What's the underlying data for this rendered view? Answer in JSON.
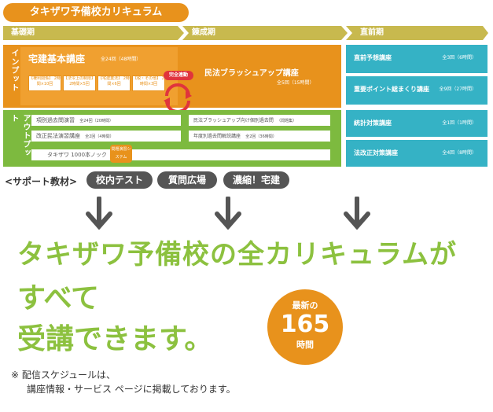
{
  "title": "タキザワ予備校カリキュラム",
  "phases": {
    "kiso": "基礎期",
    "rensei": "錬成期",
    "chokuzen": "直前期"
  },
  "input": {
    "label": "インプット",
    "main_course": "宅建基本講座",
    "main_count": "全24回（48時間）",
    "sub_boxes": [
      "【権利関係】 2時間×10回",
      "【法令上の制限】 2時間×5回",
      "【宅建業法】 2時間×6回",
      "【税・その他】 2時間×3回"
    ],
    "renkei": "完全連動",
    "brush_course": "民法ブラッシュアップ講座",
    "brush_count": "全5回（15時間）"
  },
  "output": {
    "label": "アウトプット",
    "left_items": [
      {
        "name": "項別過去問演習",
        "count": "全24回（20時間）"
      },
      {
        "name": "改正民法演習講座",
        "count": "全2回（4時間）"
      }
    ],
    "knock": "タキザワ 1000本ノック",
    "badge": "問題演習システム",
    "right_items": [
      {
        "name": "民法ブラッシュアップ向け個別過去問",
        "count": "（問題集）"
      },
      {
        "name": "年度別過去問解説講座",
        "count": "全2回（36時間）"
      }
    ]
  },
  "final": [
    {
      "name": "直前予想講座",
      "count": "全3回（6時間）"
    },
    {
      "name": "重要ポイント総まくり講座",
      "count": "全9回（27時間）"
    },
    {
      "name": "統計対策講座",
      "count": "全1回（1時間）"
    },
    {
      "name": "法改正対策講座",
      "count": "全4回（8時間）"
    }
  ],
  "support": {
    "label": "<サポート教材>",
    "items": [
      "校内テスト",
      "質問広場",
      "濃縮！宅建"
    ]
  },
  "headline": {
    "line1": "タキザワ予備校の全カリキュラムが",
    "line2": "すべて",
    "line3": "受講できます。"
  },
  "badge_circle": {
    "top": "最新の",
    "number": "165",
    "unit": "時間"
  },
  "note": {
    "line1": "※ 配信スケジュールは、",
    "line2": "講座情報・サービス ページに掲載しております。"
  },
  "colors": {
    "orange": "#e8921c",
    "green": "#7dba3f",
    "teal": "#35b2c5",
    "phase_bar": "#d6c35a",
    "headline": "#8cc13f"
  }
}
